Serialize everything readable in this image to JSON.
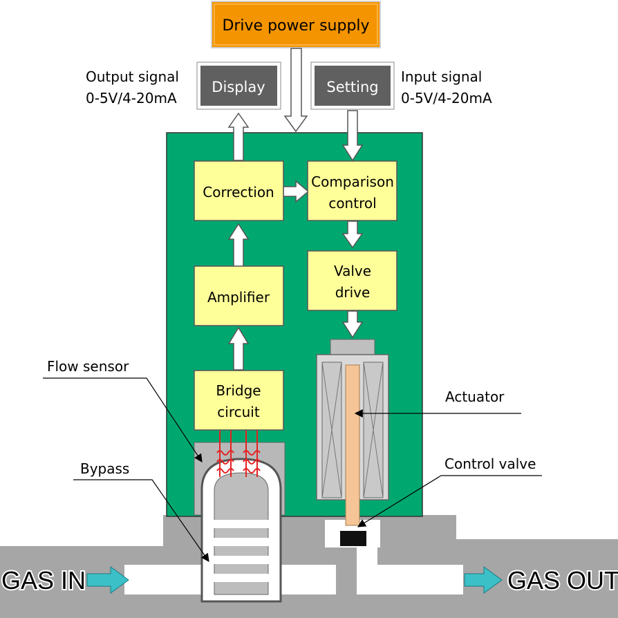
{
  "power": {
    "label": "Drive power supply"
  },
  "display": {
    "label": "Display"
  },
  "setting": {
    "label": "Setting"
  },
  "output_signal": {
    "line1": "Output signal",
    "line2": "0-5V/4-20mA"
  },
  "input_signal": {
    "line1": "Input signal",
    "line2": "0-5V/4-20mA"
  },
  "blocks": {
    "correction": "Correction",
    "comparison_line1": "Comparison",
    "comparison_line2": "control",
    "amplifier": "Amplifier",
    "valve_line1": "Valve",
    "valve_line2": "drive",
    "bridge_line1": "Bridge",
    "bridge_line2": "circuit"
  },
  "callouts": {
    "flow_sensor": "Flow sensor",
    "bypass": "Bypass",
    "actuator": "Actuator",
    "control_valve": "Control valve"
  },
  "gas": {
    "in": "GAS IN",
    "out": "GAS OUT"
  },
  "colors": {
    "power_fill": "#f39400",
    "panel_fill": "#00a870",
    "block_fill": "#ffff99",
    "dark_box": "#606060",
    "body_gray": "#a6a6a6",
    "gas_arrow": "#3cc0c8",
    "actuator_core": "#f5c597",
    "heater": "#e52020"
  }
}
